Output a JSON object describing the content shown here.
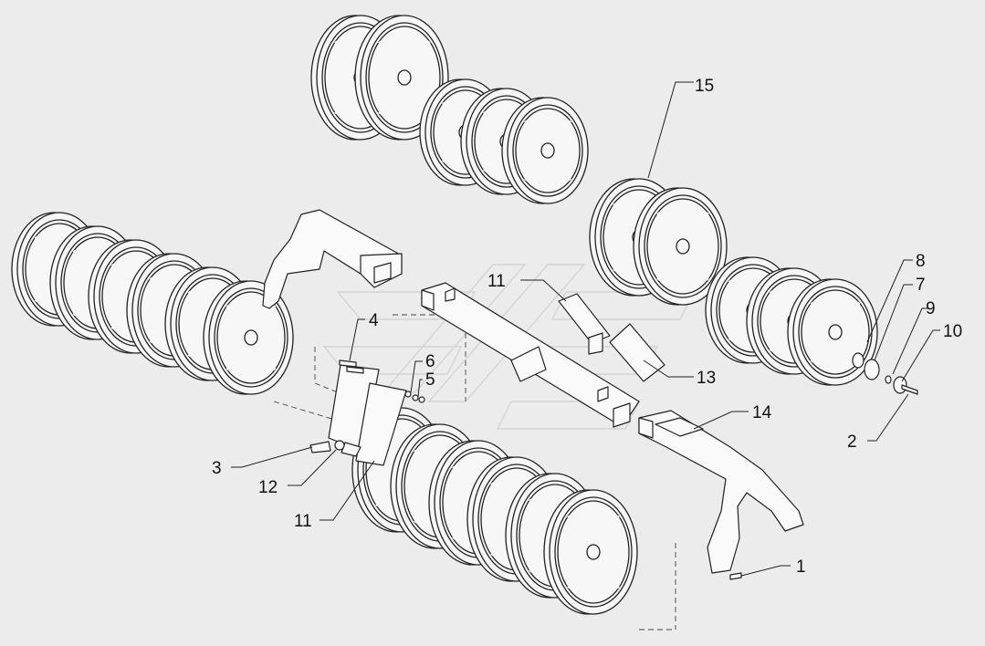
{
  "diagram": {
    "callouts": [
      {
        "id": "c15",
        "label": "15"
      },
      {
        "id": "c8",
        "label": "8"
      },
      {
        "id": "c7",
        "label": "7"
      },
      {
        "id": "c9",
        "label": "9"
      },
      {
        "id": "c10",
        "label": "10"
      },
      {
        "id": "c2",
        "label": "2"
      },
      {
        "id": "c11a",
        "label": "11"
      },
      {
        "id": "c13",
        "label": "13"
      },
      {
        "id": "c14",
        "label": "14"
      },
      {
        "id": "c4",
        "label": "4"
      },
      {
        "id": "c6",
        "label": "6"
      },
      {
        "id": "c5",
        "label": "5"
      },
      {
        "id": "c3",
        "label": "3"
      },
      {
        "id": "c12",
        "label": "12"
      },
      {
        "id": "c11b",
        "label": "11"
      },
      {
        "id": "c1",
        "label": "1"
      }
    ],
    "colors": {
      "background": "#ececec",
      "line": "#222222",
      "fill": "#fafafa",
      "watermark": "#d4d4d4"
    }
  }
}
